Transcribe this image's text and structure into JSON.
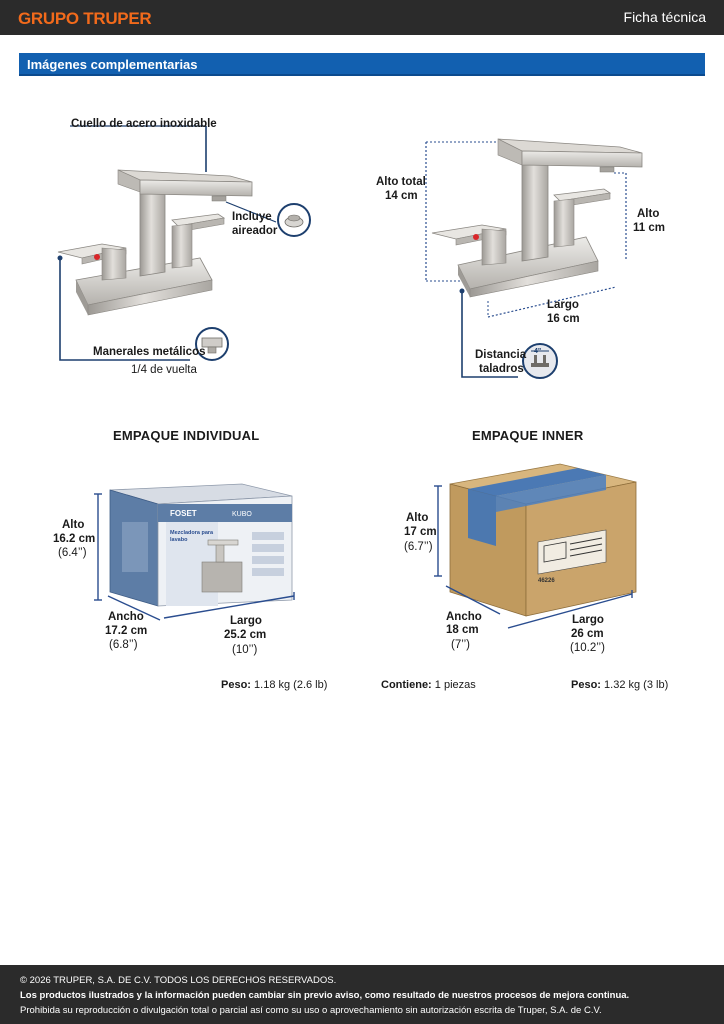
{
  "header": {
    "brand": "GRUPO TRUPER",
    "doc_type": "Ficha técnica"
  },
  "section": {
    "title": "Imágenes complementarias"
  },
  "features": {
    "neck": "Cuello de acero inoxidable",
    "aerator_line1": "Incluye",
    "aerator_line2": "aireador",
    "handles_title": "Manerales metálicos",
    "handles_sub": "1/4 de vuelta"
  },
  "dimensions": {
    "total_height_label": "Alto total",
    "total_height_value": "14 cm",
    "height_label": "Alto",
    "height_value": "11 cm",
    "length_label": "Largo",
    "length_value": "16 cm",
    "drill_label_line1": "Distancia",
    "drill_label_line2": "taladros",
    "drill_icon_text": "4\""
  },
  "individual_package": {
    "title": "EMPAQUE INDIVIDUAL",
    "height_label": "Alto",
    "height_cm": "16.2 cm",
    "height_in": "(6.4’’)",
    "width_label": "Ancho",
    "width_cm": "17.2 cm",
    "width_in": "(6.8’’)",
    "length_label": "Largo",
    "length_cm": "25.2 cm",
    "length_in": "(10’’)",
    "weight_key": "Peso:",
    "weight_value": "1.18 kg (2.6 lb)",
    "box_brand": "FOSET",
    "box_line": "KUBO",
    "box_desc1": "Mezcladora para",
    "box_desc2": "lavabo"
  },
  "inner_package": {
    "title": "EMPAQUE INNER",
    "height_label": "Alto",
    "height_cm": "17 cm",
    "height_in": "(6.7’’)",
    "width_label": "Ancho",
    "width_cm": "18 cm",
    "width_in": "(7’’)",
    "length_label": "Largo",
    "length_cm": "26 cm",
    "length_in": "(10.2’’)",
    "contains_key": "Contiene:",
    "contains_value": "1 piezas",
    "weight_key": "Peso:",
    "weight_value": "1.32 kg (3 lb)",
    "box_code": "46226"
  },
  "footer": {
    "copyright": "© 2026 TRUPER, S.A. DE C.V. TODOS LOS DERECHOS RESERVADOS.",
    "notice": "Los productos ilustrados y la información pueden cambiar sin previo aviso, como resultado de nuestros procesos de mejora continua.",
    "prohibition": "Prohibida su reproducción o divulgación total o parcial así como su uso o aprovechamiento sin autorización escrita de Truper, S.A. de C.V."
  },
  "colors": {
    "brand_orange": "#f26a1b",
    "header_dark": "#2b2b2b",
    "section_blue": "#1260b0",
    "callout_navy": "#1d3f6e",
    "dimension_blue": "#2a4d8f",
    "faucet_metal": "#c9c6c1",
    "hot_indicator": "#d9262a",
    "cardboard": "#c9a56d",
    "tape_blue": "#3f74b8"
  },
  "icons": [
    "aerator-icon",
    "handle-icon",
    "drill-distance-icon"
  ]
}
